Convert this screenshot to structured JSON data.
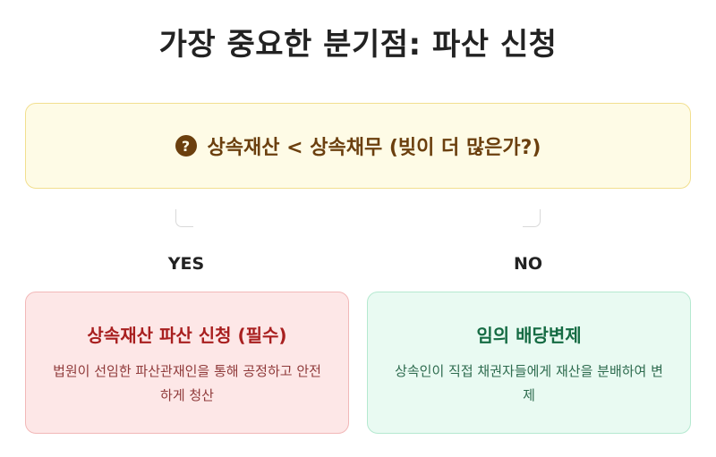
{
  "title": "가장 중요한 분기점: 파산 신청",
  "question": {
    "icon": "question-circle-icon",
    "icon_glyph": "?",
    "text": "상속재산 < 상속채무 (빚이 더 많은가?)"
  },
  "branches": {
    "yes": {
      "label": "YES",
      "title": "상속재산 파산 신청 (필수)",
      "description": "법원이 선임한 파산관재인을 통해 공정하고 안전하게 청산"
    },
    "no": {
      "label": "NO",
      "title": "임의 배당변제",
      "description": "상속인이 직접 채권자들에게 재산을 분배하여 변제"
    }
  },
  "colors": {
    "question_bg": "#fefbe6",
    "question_text": "#6b3f0e",
    "yes_bg": "#fde7e7",
    "yes_title": "#a81f1f",
    "no_bg": "#e9faf2",
    "no_title": "#156b43"
  }
}
